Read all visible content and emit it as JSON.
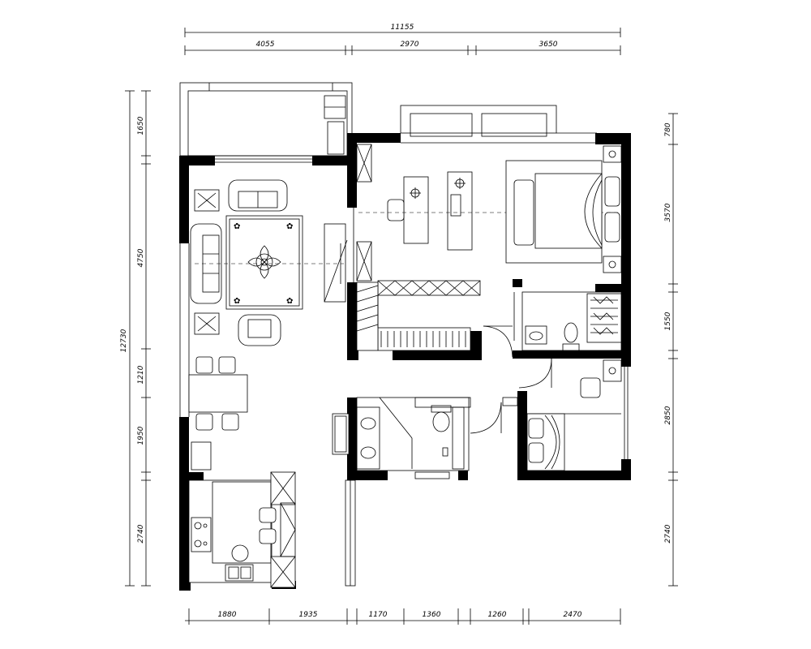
{
  "dimensions": {
    "top_total": "11155",
    "top": [
      "4055",
      "2970",
      "3650"
    ],
    "bottom": [
      "1880",
      "1935",
      "1170",
      "1360",
      "1260",
      "2470"
    ],
    "left_total": "12730",
    "left": [
      "1650",
      "4750",
      "1210",
      "1950",
      "2740"
    ],
    "right": [
      "780",
      "3570",
      "1550",
      "2850",
      "2740"
    ]
  },
  "icons": {
    "sofa": "sofa-icon",
    "armchair": "armchair-icon",
    "bed": "bed-icon",
    "desk": "desk-icon",
    "toilet": "toilet-icon",
    "sink": "sink-icon",
    "stove": "stove-icon",
    "door_swing": "door-swing-icon"
  }
}
